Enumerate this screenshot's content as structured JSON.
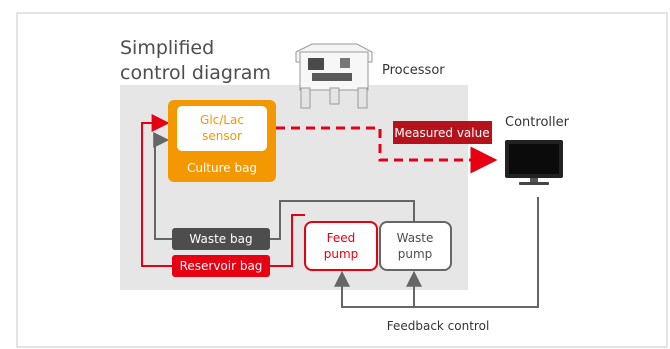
{
  "title": {
    "line1": "Simplified",
    "line2": "control diagram"
  },
  "processor": {
    "label": "Processor",
    "image": "processor-machine-icon"
  },
  "culture_bag": {
    "sensor_line1": "Glc/Lac",
    "sensor_line2": "sensor",
    "label": "Culture bag"
  },
  "measured_value": {
    "label": "Measured value"
  },
  "controller": {
    "label": "Controller",
    "image": "monitor-icon"
  },
  "waste_bag": {
    "label": "Waste bag"
  },
  "reservoir_bag": {
    "label": "Reservoir bag"
  },
  "feed_pump": {
    "line1": "Feed",
    "line2": "pump"
  },
  "waste_pump": {
    "line1": "Waste",
    "line2": "pump"
  },
  "feedback": {
    "label": "Feedback control"
  },
  "colors": {
    "orange": "#f39800",
    "red": "#e60012",
    "dark_red": "#b5121b",
    "dark_gray": "#4d4d4d",
    "line_gray": "#666666",
    "panel_gray": "#e6e6e6"
  }
}
